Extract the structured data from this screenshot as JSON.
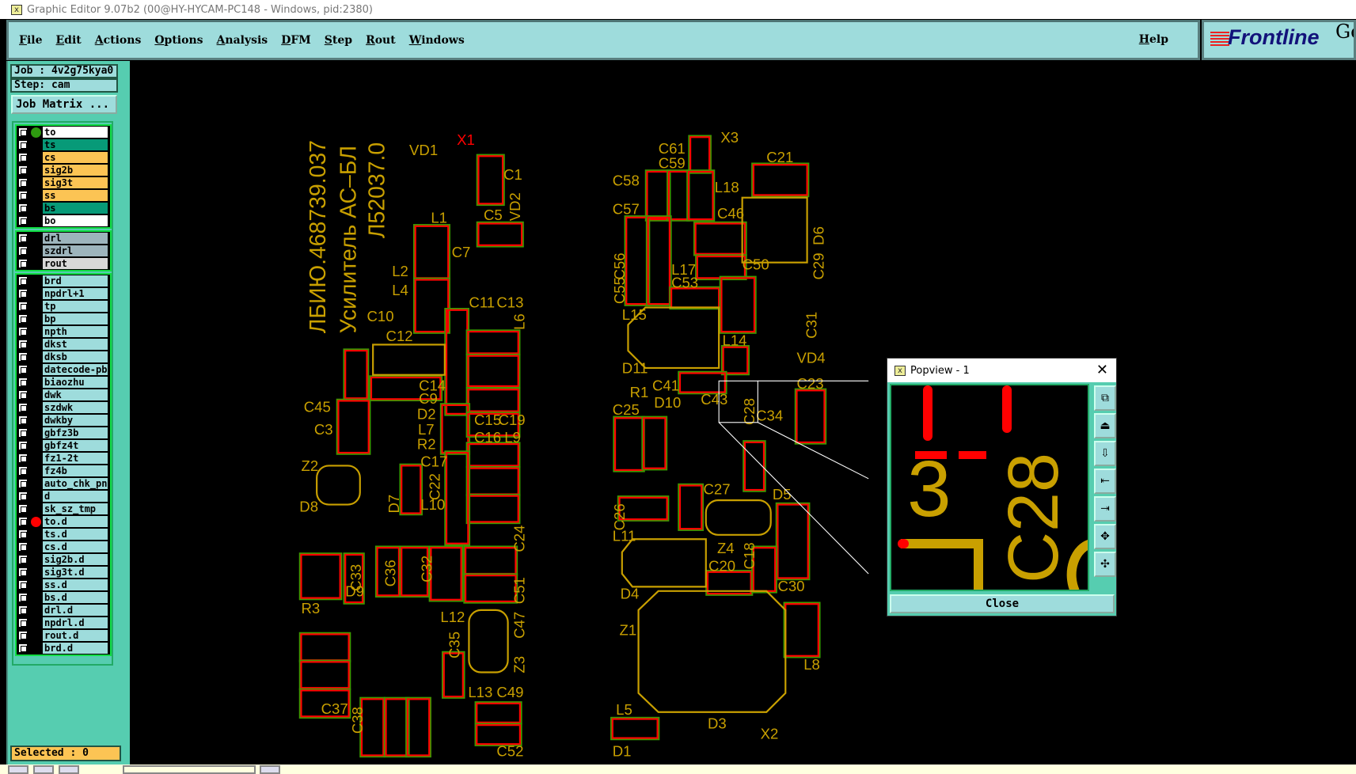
{
  "window": {
    "title": "Graphic Editor 9.07b2 (00@HY-HYCAM-PC148 - Windows, pid:2380)"
  },
  "menu": [
    "File",
    "Edit",
    "Actions",
    "Options",
    "Analysis",
    "DFM",
    "Step",
    "Rout",
    "Windows"
  ],
  "help": "Help",
  "logo": {
    "brand": "Frontline",
    "suffix": "Ge"
  },
  "job": "Job : 4v2g75kya0",
  "step": "Step: cam",
  "job_matrix": "Job Matrix ...",
  "layer_groups": [
    [
      {
        "name": "to",
        "color": "#ffffff",
        "dot": "#2e9a10"
      },
      {
        "name": "ts",
        "color": "#079a78"
      },
      {
        "name": "cs",
        "color": "#fcc454"
      },
      {
        "name": "sig2b",
        "color": "#fcc454"
      },
      {
        "name": "sig3t",
        "color": "#fcc454"
      },
      {
        "name": "ss",
        "color": "#fcc454"
      },
      {
        "name": "bs",
        "color": "#079a78"
      },
      {
        "name": "bo",
        "color": "#ffffff"
      }
    ],
    [
      {
        "name": "drl",
        "color": "#9db4bc"
      },
      {
        "name": "szdrl",
        "color": "#9db4bc"
      },
      {
        "name": "rout",
        "color": "#d8d8d8"
      }
    ],
    [
      {
        "name": "brd"
      },
      {
        "name": "npdrl+1"
      },
      {
        "name": "tp"
      },
      {
        "name": "bp"
      },
      {
        "name": "npth"
      },
      {
        "name": "dkst"
      },
      {
        "name": "dksb"
      },
      {
        "name": "datecode-pbe"
      },
      {
        "name": "biaozhu"
      },
      {
        "name": "dwk"
      },
      {
        "name": "szdwk"
      },
      {
        "name": "dwkby"
      },
      {
        "name": "gbfz3b"
      },
      {
        "name": "gbfz4t"
      },
      {
        "name": "fz1-2t"
      },
      {
        "name": "fz4b"
      },
      {
        "name": "auto_chk_pnl"
      },
      {
        "name": "d"
      },
      {
        "name": "sk_sz_tmp"
      },
      {
        "name": "to.d",
        "dot": "#ff0000"
      },
      {
        "name": "ts.d"
      },
      {
        "name": "cs.d"
      },
      {
        "name": "sig2b.d"
      },
      {
        "name": "sig3t.d"
      },
      {
        "name": "ss.d"
      },
      {
        "name": "bs.d"
      },
      {
        "name": "drl.d"
      },
      {
        "name": "npdrl.d"
      },
      {
        "name": "rout.d"
      },
      {
        "name": "brd.d"
      }
    ]
  ],
  "selected": "Selected : 0",
  "pcb": {
    "title_lines": [
      "ЛБИЮ.468739.037",
      "Усилитель АС–БЛ",
      "Л52037.0"
    ],
    "labels": [
      "VD1",
      "X1",
      "C1",
      "C5",
      "VD2",
      "L1",
      "C7",
      "L2",
      "L4",
      "C11",
      "C13",
      "L6",
      "C10",
      "C12",
      "C14",
      "C9",
      "D2",
      "L7",
      "R2",
      "C17",
      "C22",
      "L10",
      "C45",
      "C3",
      "Z2",
      "D8",
      "D7",
      "C15",
      "C19",
      "C16",
      "L9",
      "C24",
      "C33",
      "D9",
      "C36",
      "C32",
      "R3",
      "L12",
      "C35",
      "C47",
      "C51",
      "Z3",
      "L13",
      "C49",
      "C37",
      "C38",
      "C52",
      "X3",
      "C61",
      "C59",
      "C58",
      "L18",
      "C21",
      "C57",
      "C46",
      "D6",
      "C56",
      "C50",
      "C29",
      "L17",
      "C53",
      "C55",
      "L15",
      "C31",
      "L14",
      "VD4",
      "D11",
      "C41",
      "R1",
      "D10",
      "C43",
      "C28",
      "C34",
      "C23",
      "C25",
      "C27",
      "D5",
      "C26",
      "L11",
      "Z4",
      "C18",
      "C20",
      "C30",
      "D4",
      "Z1",
      "L8",
      "L5",
      "D3",
      "X2",
      "D1"
    ],
    "colors": {
      "silk": "#c9a000",
      "pad": "#ff0000",
      "outline": "#3c9a00"
    }
  },
  "popview": {
    "title": "Popview - 1",
    "close": "Close",
    "glyphs": [
      "3",
      "C28"
    ],
    "tools": [
      "zoom-home-icon",
      "pan-up-icon",
      "pan-down-icon",
      "pan-left-icon",
      "pan-right-icon",
      "zoom-in-icon",
      "zoom-out-icon"
    ]
  }
}
